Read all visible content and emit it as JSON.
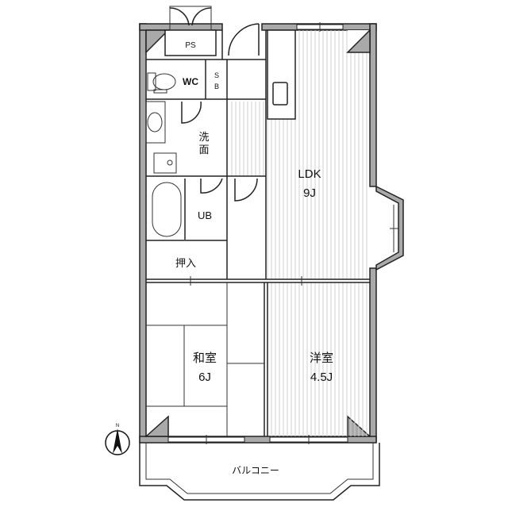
{
  "rooms": {
    "ps": "PS",
    "wc": "WC",
    "sb_top": "S",
    "sb_bottom": "B",
    "washroom_line1": "洗",
    "washroom_line2": "面",
    "ldk_name": "LDK",
    "ldk_size": "9J",
    "ub": "UB",
    "closet": "押入",
    "washitsu_name": "和室",
    "washitsu_size": "6J",
    "youshitsu_name": "洋室",
    "youshitsu_size": "4.5J",
    "balcony": "バルコニー"
  },
  "compass": {
    "label": "N",
    "icon": "north-arrow-icon"
  },
  "colors": {
    "wall": "#a9a9a9",
    "line": "#222222",
    "floor_hatch": "#cfcfcf"
  }
}
